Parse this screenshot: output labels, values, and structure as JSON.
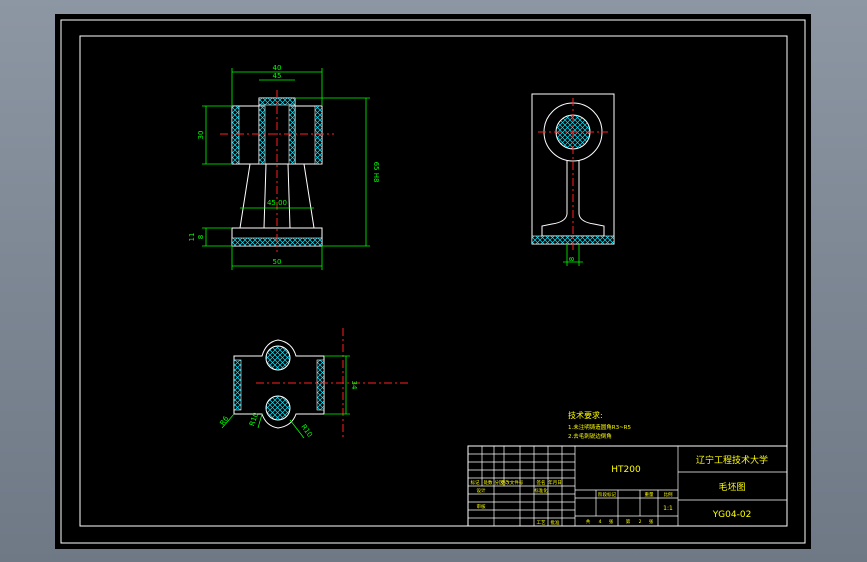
{
  "dimensions": {
    "top_width": "40",
    "top_width2": "45",
    "left_height": "30",
    "overall_height": "65 H8",
    "mid_diameter": "45.00",
    "base_width": "50",
    "base_left_1": "11",
    "base_left_2": "8",
    "side_base": "8",
    "plan_right": "34",
    "plan_r1": "R6",
    "plan_r2": "R10",
    "plan_r3": "R10"
  },
  "technical_requirements": {
    "heading": "技术要求:",
    "line1": "1.未注明铸造圆角R3~R5",
    "line2": "2.去毛刺锐边倒角"
  },
  "title_block": {
    "material": "HT200",
    "school": "辽宁工程技术大学",
    "drawing_name": "毛坯图",
    "drawing_code": "YG04-02",
    "scale": "1:1",
    "sheet_total_label": "共",
    "sheet_total": "4",
    "sheet_unit1": "张",
    "sheet_index_label": "第",
    "sheet_index": "2",
    "sheet_unit2": "张",
    "stage_label": "阶段标记",
    "weight_label": "重量",
    "scale_label": "比例",
    "design_label": "设计",
    "standard_label": "标准化",
    "review_label": "审核",
    "process_label": "工艺",
    "approve_label": "批准",
    "mark_label": "标记",
    "count_label": "处数",
    "zone_label": "分区",
    "change_doc_label": "更改文件号",
    "sign_label": "签名",
    "date_label": "年月日"
  },
  "colors": {
    "background": "#000000",
    "frame": "#ffffff",
    "outline": "#ffffff",
    "hatch": "#0000ff",
    "hatch_fill": "#00ffff",
    "dimension": "#00ff00",
    "centerline": "#ff0000",
    "annotation": "#ffff00"
  }
}
